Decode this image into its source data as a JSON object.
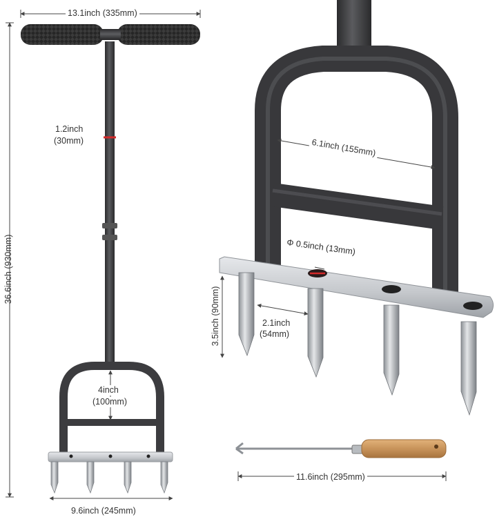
{
  "dimensions": {
    "overall_width": "13.1inch (335mm)",
    "overall_height": "36.6inch (930mm)",
    "shaft_diameter_line1": "1.2inch",
    "shaft_diameter_line2": "(30mm)",
    "frame_height_line1": "4inch",
    "frame_height_line2": "(100mm)",
    "base_width": "9.6inch (245mm)",
    "frame_inner_width": "6.1inch (155mm)",
    "hole_diameter": "Φ 0.5inch (13mm)",
    "spike_length": "3.5inch (90mm)",
    "spike_spacing_line1": "2.1inch",
    "spike_spacing_line2": "(54mm)",
    "cleaning_tool_length": "11.6inch (295mm)"
  },
  "colors": {
    "dimension_line": "#444444",
    "frame_dark": "#3a3a3c",
    "metal_plate": "#cfd2d6",
    "spike_metal": "#b9bcc0",
    "grip": "#1f1f1f",
    "wood_handle": "#c8935a",
    "accent_red": "#d32a2a"
  },
  "icons": {
    "aerator_full_view": "lawn-aerator-icon",
    "aerator_closeup": "aerator-base-closeup-icon",
    "cleaning_tool": "soil-cleaning-tool-icon"
  }
}
